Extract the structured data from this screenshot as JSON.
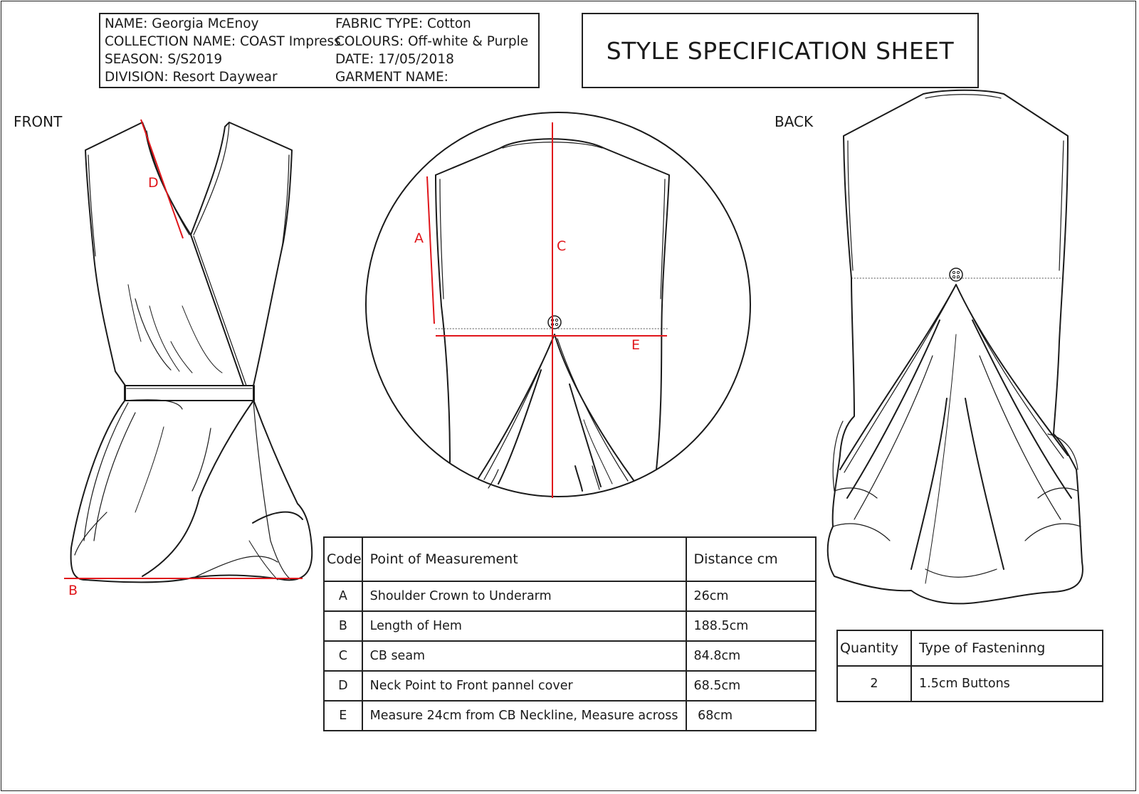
{
  "header": {
    "name": "NAME: Georgia McEnoy",
    "collection": "COLLECTION NAME: COAST Impress",
    "season": "SEASON: S/S2019",
    "division": "DIVISION: Resort Daywear",
    "fabric": "FABRIC TYPE: Cotton",
    "colours": "COLOURS: Off-white & Purple",
    "date": "DATE: 17/05/2018",
    "garment": "GARMENT NAME:"
  },
  "title": "STYLE SPECIFICATION SHEET",
  "views": {
    "front": "FRONT",
    "back": "BACK"
  },
  "markers": {
    "a": "A",
    "b": "B",
    "c": "C",
    "d": "D",
    "e": "E"
  },
  "colors": {
    "measure_line": "#e0161b",
    "outline": "#1a1a1a"
  },
  "measurements": {
    "headers": {
      "code": "Code",
      "point": "Point of Measurement",
      "distance": "Distance cm"
    },
    "rows": [
      {
        "code": "A",
        "point": "Shoulder Crown to Underarm",
        "distance": "26cm"
      },
      {
        "code": "B",
        "point": "Length of Hem",
        "distance": "188.5cm"
      },
      {
        "code": "C",
        "point": "CB seam",
        "distance": "84.8cm"
      },
      {
        "code": "D",
        "point": "Neck Point to Front pannel cover",
        "distance": "68.5cm"
      },
      {
        "code": "E",
        "point": "Measure 24cm from CB Neckline, Measure across",
        "distance": " 68cm"
      }
    ]
  },
  "fastenings": {
    "headers": {
      "quantity": "Quantity",
      "type": "Type of Fasteninng"
    },
    "rows": [
      {
        "quantity": "2",
        "type": "1.5cm Buttons"
      }
    ]
  }
}
